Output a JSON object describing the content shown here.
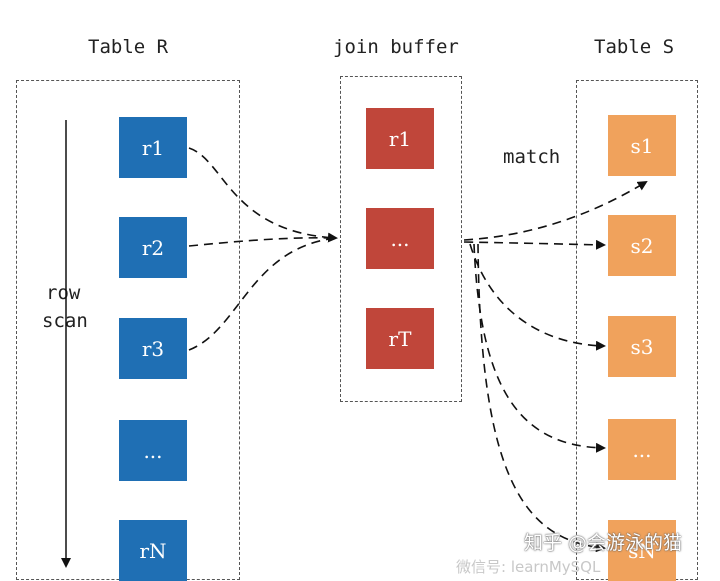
{
  "headers": {
    "table_r": "Table R",
    "join_buffer": "join buffer",
    "table_s": "Table S"
  },
  "row_scan": {
    "line1": "row",
    "line2": "scan"
  },
  "match_label": "match",
  "table_r_rows": [
    "r1",
    "r2",
    "r3",
    "...",
    "rN"
  ],
  "buffer_rows": [
    "r1",
    "...",
    "rT"
  ],
  "table_s_rows": [
    "s1",
    "s2",
    "s3",
    "...",
    "sN"
  ],
  "colors": {
    "table_r": "#1f6fb4",
    "buffer": "#c0463a",
    "table_s": "#f0a25c"
  },
  "watermark": {
    "text": "知乎 @会游泳的猫",
    "secondary": "微信号: learnMySQL"
  }
}
